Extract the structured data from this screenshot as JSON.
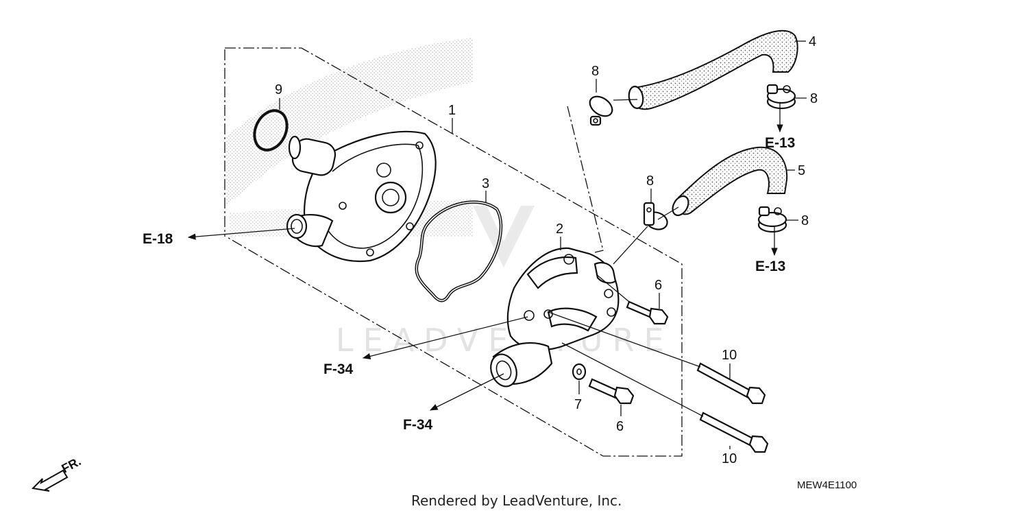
{
  "diagram": {
    "callouts": {
      "c1": "1",
      "c2": "2",
      "c3": "3",
      "c4": "4",
      "c5": "5",
      "c6a": "6",
      "c6b": "6",
      "c7": "7",
      "c8a": "8",
      "c8b": "8",
      "c8c": "8",
      "c8d": "8",
      "c9": "9",
      "c10a": "10",
      "c10b": "10"
    },
    "references": {
      "e18": "E-18",
      "e13a": "E-13",
      "e13b": "E-13",
      "f34a": "F-34",
      "f34b": "F-34"
    },
    "direction_label": "FR.",
    "diagram_code": "MEW4E1100",
    "footer": "Rendered by LeadVenture, Inc.",
    "watermark": "LEADVENTURE"
  }
}
